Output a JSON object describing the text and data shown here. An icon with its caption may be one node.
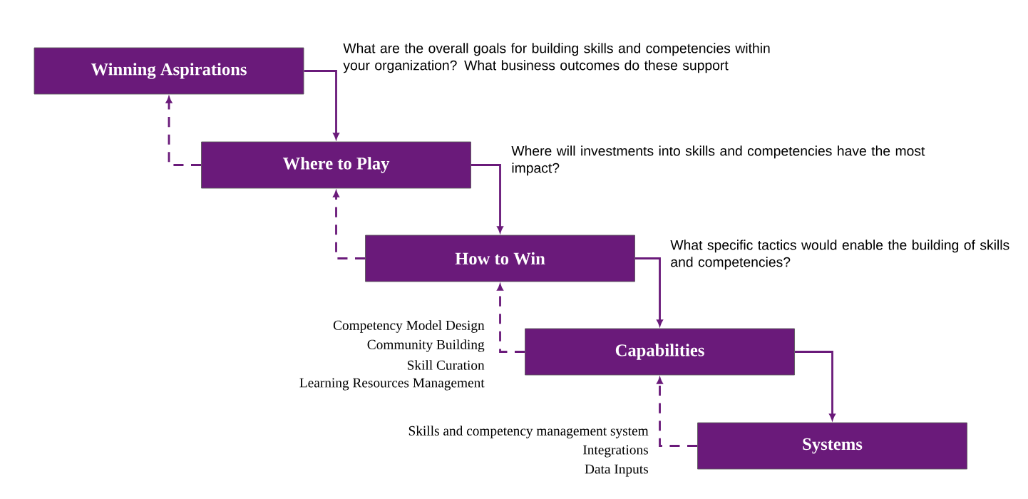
{
  "diagram": {
    "nodes": [
      {
        "text": [
          "Winning Aspirations"
        ],
        "beside": [
          "What are the overall goals for building skills and competencies within your organization? What business outcomes do these support"
        ]
      },
      {
        "text": [
          "Where to Play"
        ],
        "beside": [
          "Where will investments into skills and competencies have the most impact?"
        ]
      },
      {
        "text": [
          "How to Win"
        ],
        "beside": [
          "What specific tactics would enable the building of skills and competencies?"
        ]
      },
      {
        "text": [
          "Capabilities"
        ],
        "beside": [
          "Competency Model Design",
          "Community Building",
          "Skill Curation",
          "Learning  Resources Management"
        ]
      },
      {
        "text": [
          "Systems"
        ],
        "beside": [
          "Skills and competency management system",
          "Integrations",
          "Data Inputs"
        ]
      }
    ],
    "edges": [
      {
        "from": 0,
        "to": 1,
        "arrow": "to"
      },
      {
        "from": 1,
        "to": 2,
        "arrow": "to"
      },
      {
        "from": 2,
        "to": 3,
        "arrow": "to"
      },
      {
        "from": 3,
        "to": 4,
        "arrow": "to"
      },
      {
        "from": 1,
        "to": 0,
        "arrow": "to",
        "style": "dashed"
      },
      {
        "from": 2,
        "to": 1,
        "arrow": "to",
        "style": "dashed"
      },
      {
        "from": 3,
        "to": 2,
        "arrow": "to",
        "style": "dashed"
      },
      {
        "from": 4,
        "to": 3,
        "arrow": "to",
        "style": "dashed"
      }
    ]
  }
}
